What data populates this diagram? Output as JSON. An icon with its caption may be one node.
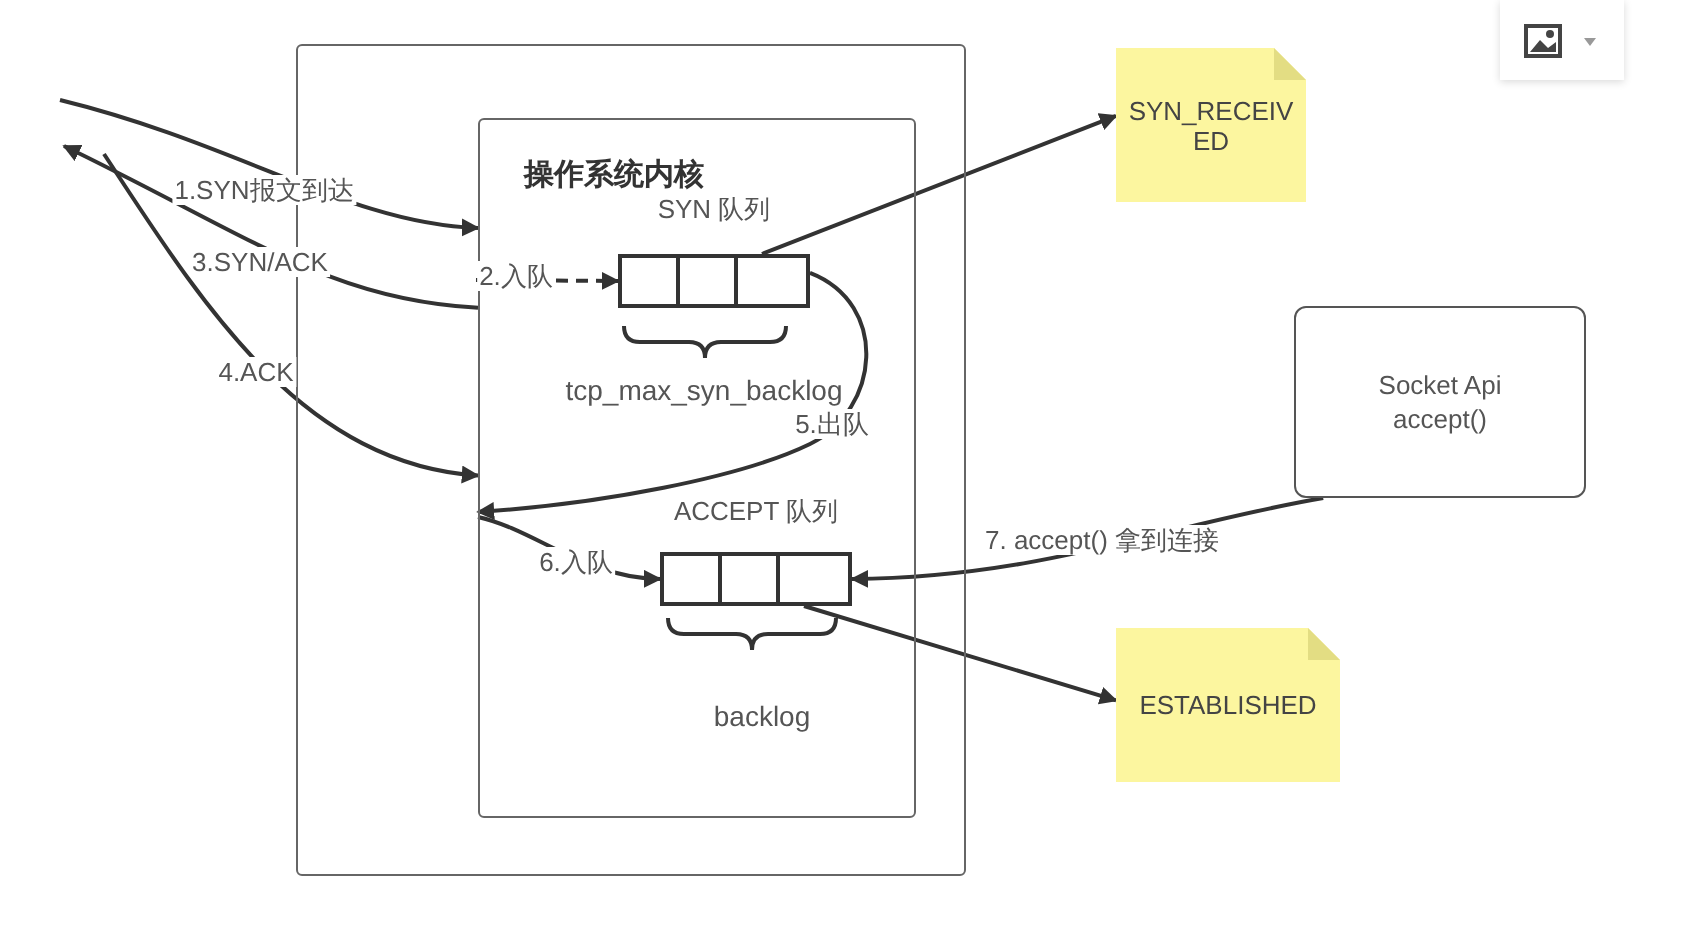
{
  "diagram": {
    "nodes": [
      {
        "text": [],
        "shape": "box"
      },
      {
        "text": [
          "操作系统内核"
        ],
        "in": 0
      },
      {
        "text": [
          "SYN 队列"
        ],
        "beside": [
          "tcp_max_syn_backlog"
        ],
        "in": 1
      },
      {
        "text": [
          "ACCEPT 队列"
        ],
        "beside": [
          "backlog"
        ],
        "in": 1
      },
      {
        "text": [
          "SYN_RECEIVED"
        ]
      },
      {
        "text": [
          "Socket Api accept()"
        ]
      },
      {
        "text": [
          "ESTABLISHED"
        ]
      }
    ],
    "edges": [
      {
        "from": null,
        "to": 1,
        "arrow": "to",
        "label": "1.SYN报文到达"
      },
      {
        "from": null,
        "to": 2,
        "arrow": "to",
        "label": "2.入队",
        "style": "dashed"
      },
      {
        "from": 1,
        "to": null,
        "arrow": "to",
        "label": "3.SYN/ACK"
      },
      {
        "from": null,
        "to": 1,
        "arrow": "to",
        "label": "4.ACK"
      },
      {
        "from": 2,
        "to": 4,
        "arrow": "to"
      },
      {
        "from": 2,
        "to": 1,
        "arrow": "to",
        "label": "5.出队"
      },
      {
        "from": 1,
        "to": 3,
        "arrow": "to",
        "label": "6.入队"
      },
      {
        "from": 5,
        "to": 3,
        "arrow": "to",
        "label": "7. accept() 拿到连接"
      },
      {
        "from": 3,
        "to": 6,
        "arrow": "to"
      }
    ]
  }
}
